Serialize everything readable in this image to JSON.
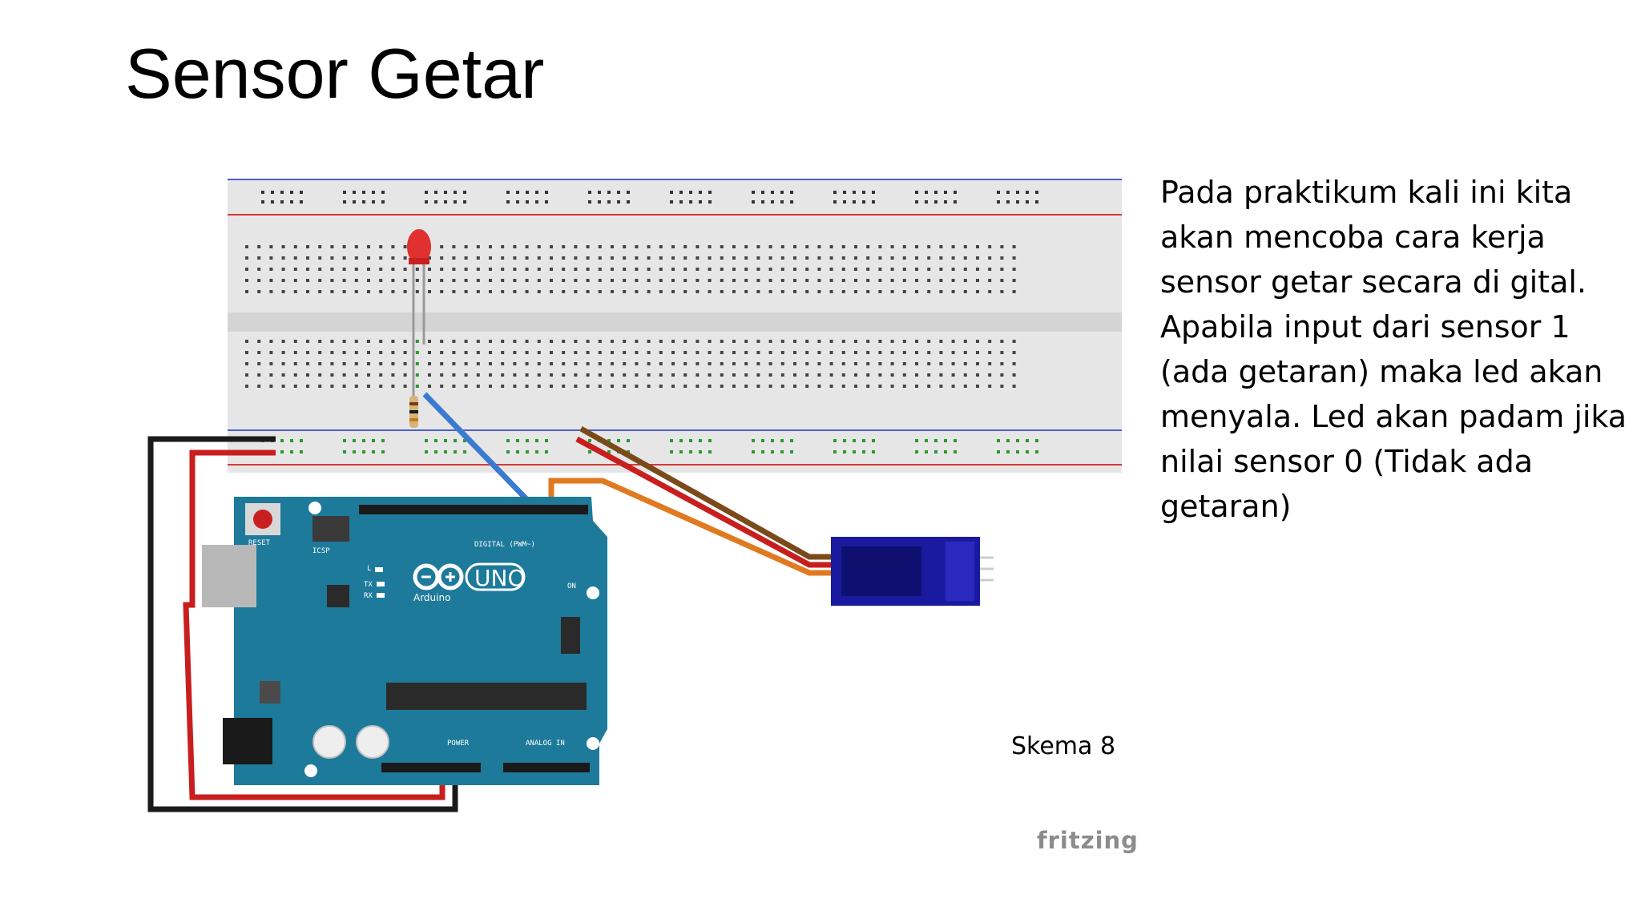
{
  "slide": {
    "title": "Sensor Getar",
    "description": "Pada praktikum kali ini kita akan mencoba cara kerja sensor getar secara di gital. Apabila input dari sensor 1 (ada getaran) maka led akan menyala. Led akan padam jika nilai sensor 0 (Tidak ada getaran)",
    "caption": "Skema 8"
  },
  "diagram": {
    "tool_watermark": "fritzing",
    "board": {
      "logo_text": "UNO",
      "brand": "Arduino",
      "reset_label": "RESET",
      "icsp_label": "ICSP",
      "digital_label": "DIGITAL (PWM~)",
      "power_label": "POWER",
      "analog_label": "ANALOG IN",
      "on_label": "ON",
      "l_label": "L",
      "tx_label": "TX",
      "rx_label": "RX"
    },
    "components": {
      "led": "led-red",
      "resistor": "resistor",
      "sensor": "vibration-sensor-module"
    },
    "colors": {
      "board": "#1d7a9a",
      "breadboard": "#e6e6e6",
      "rail_red": "#d23a3a",
      "rail_blue": "#4a5fd0",
      "wire_black": "#1a1a1a",
      "wire_red": "#c81e1e",
      "wire_blue": "#3a7ad0",
      "wire_orange": "#e07a20",
      "wire_brown": "#7a4a1a",
      "sensor_blue": "#1a1aa0",
      "led_red": "#e03030"
    }
  }
}
